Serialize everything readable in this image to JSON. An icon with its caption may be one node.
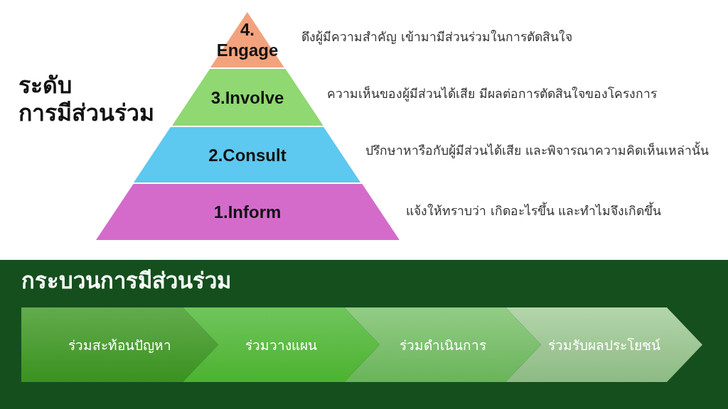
{
  "diagram": {
    "title": "ระดับการมีส่วนร่วม",
    "nodes": [
      {
        "text": [
          "4. Engage"
        ],
        "beside": [
          "ดึงผู้มีความสำคัญ เข้ามามีส่วนร่วมในการตัดสินใจ"
        ]
      },
      {
        "text": [
          "3.Involve"
        ],
        "beside": [
          "ความเห็นของผู้มีส่วนได้เสีย มีผลต่อการตัดสินใจของโครงการ"
        ]
      },
      {
        "text": [
          "2.Consult"
        ],
        "beside": [
          "ปรึกษาหารือกับผู้มีส่วนได้เสีย และพิจารณาความคิดเห็นเหล่านั้น"
        ]
      },
      {
        "text": [
          "1.Inform"
        ],
        "beside": [
          "แจ้งให้ทราบว่า เกิดอะไรขึ้น และทำไมจึงเกิดขึ้น"
        ]
      },
      {
        "text": [
          "กระบวนการมีส่วนร่วม"
        ]
      },
      {
        "text": [
          "ร่วมสะท้อนปัญหา"
        ],
        "in": 4
      },
      {
        "text": [
          "ร่วมวางแผน"
        ],
        "in": 4
      },
      {
        "text": [
          "ร่วมดำเนินการ"
        ],
        "in": 4
      },
      {
        "text": [
          "ร่วมรับผลประโยชน์"
        ],
        "in": 4
      }
    ]
  }
}
